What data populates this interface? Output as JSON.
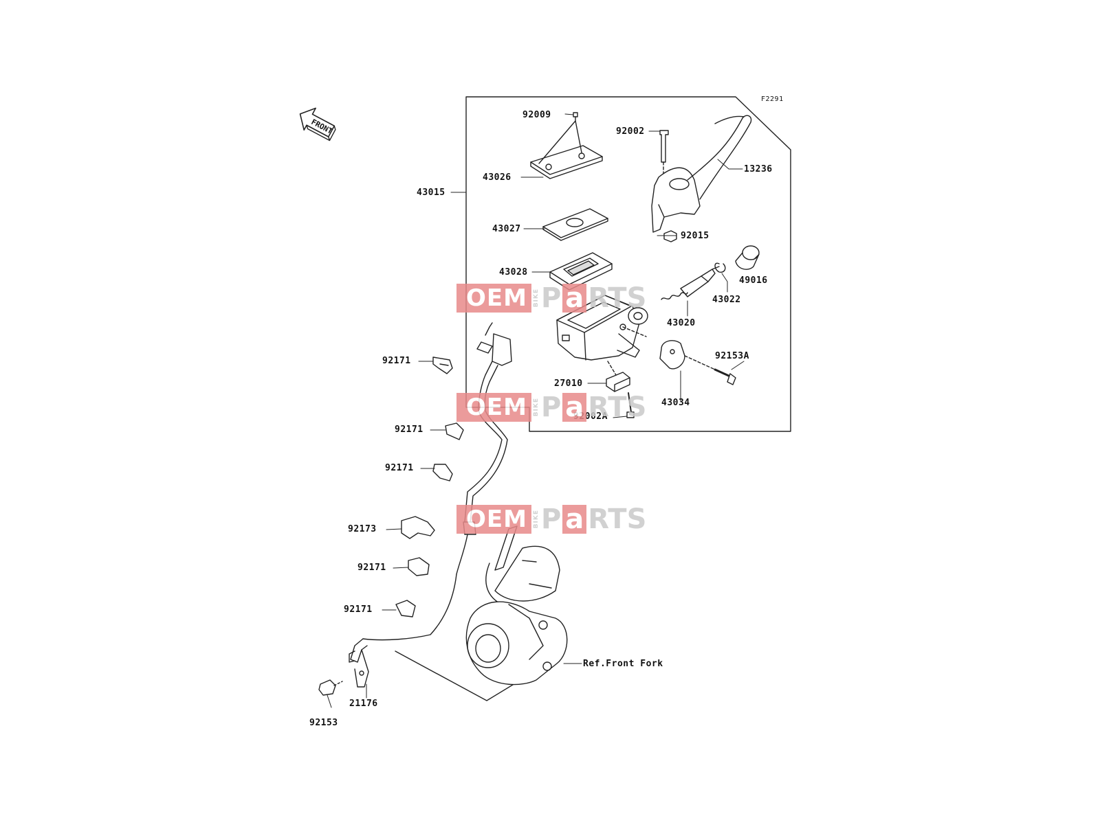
{
  "figure_code": "F2291",
  "front_arrow_label": "FRONT",
  "watermark": {
    "oem": "OEM",
    "bike": "BIKE",
    "p": "P",
    "a": "a",
    "rts": "RTS"
  },
  "labels": {
    "l43015": "43015",
    "l92009": "92009",
    "l43026": "43026",
    "l43027": "43027",
    "l43028": "43028",
    "l92002": "92002",
    "l13236": "13236",
    "l92015": "92015",
    "l49016": "49016",
    "l43022": "43022",
    "l43020": "43020",
    "l92153A": "92153A",
    "l27010": "27010",
    "l43034": "43034",
    "l92002A": "92002A",
    "l92171a": "92171",
    "l92171b": "92171",
    "l92171c": "92171",
    "l92173": "92173",
    "l92171d": "92171",
    "l92171e": "92171",
    "l21176": "21176",
    "l92153": "92153",
    "ref_front_fork": "Ref.Front Fork"
  }
}
